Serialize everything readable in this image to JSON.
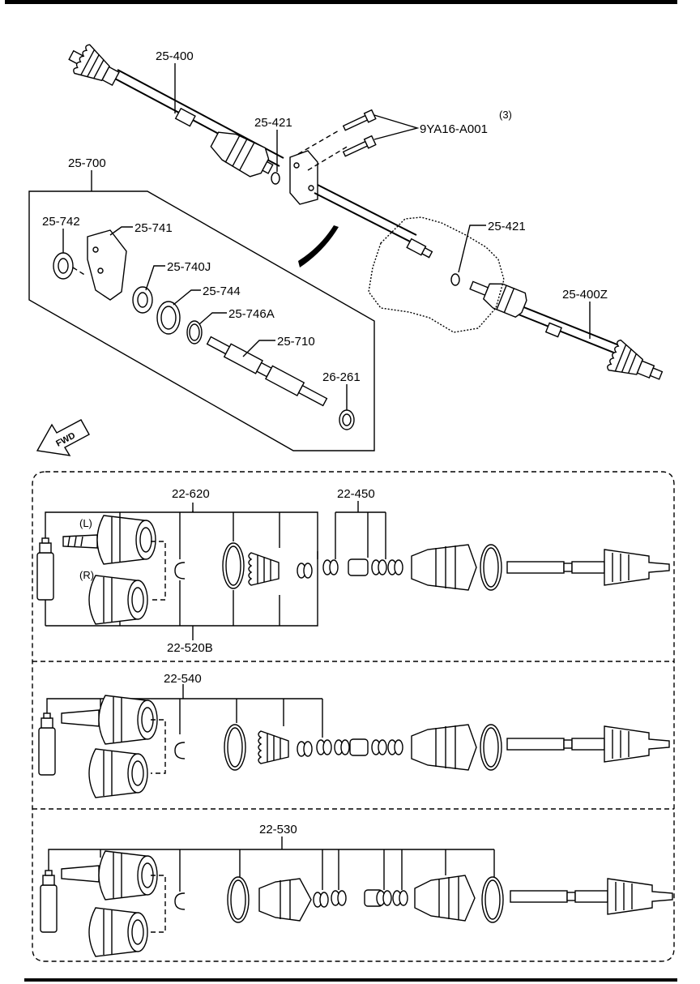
{
  "labels": {
    "top": {
      "p25_400": "25-400",
      "p25_421_a": "25-421",
      "p9ya16": "9YA16-A001",
      "qty3": "(3)",
      "p25_700": "25-700",
      "p25_742": "25-742",
      "p25_741": "25-741",
      "p25_740j": "25-740J",
      "p25_744": "25-744",
      "p25_746a": "25-746A",
      "p25_710": "25-710",
      "p26_261": "26-261",
      "p25_421_b": "25-421",
      "p25_400z": "25-400Z",
      "fwd": "FWD"
    },
    "kit1": {
      "p22_620": "22-620",
      "p22_450": "22-450",
      "p22_520b": "22-520B",
      "left": "(L)",
      "right": "(R)"
    },
    "kit2": {
      "p22_540": "22-540"
    },
    "kit3": {
      "p22_530": "22-530"
    }
  }
}
